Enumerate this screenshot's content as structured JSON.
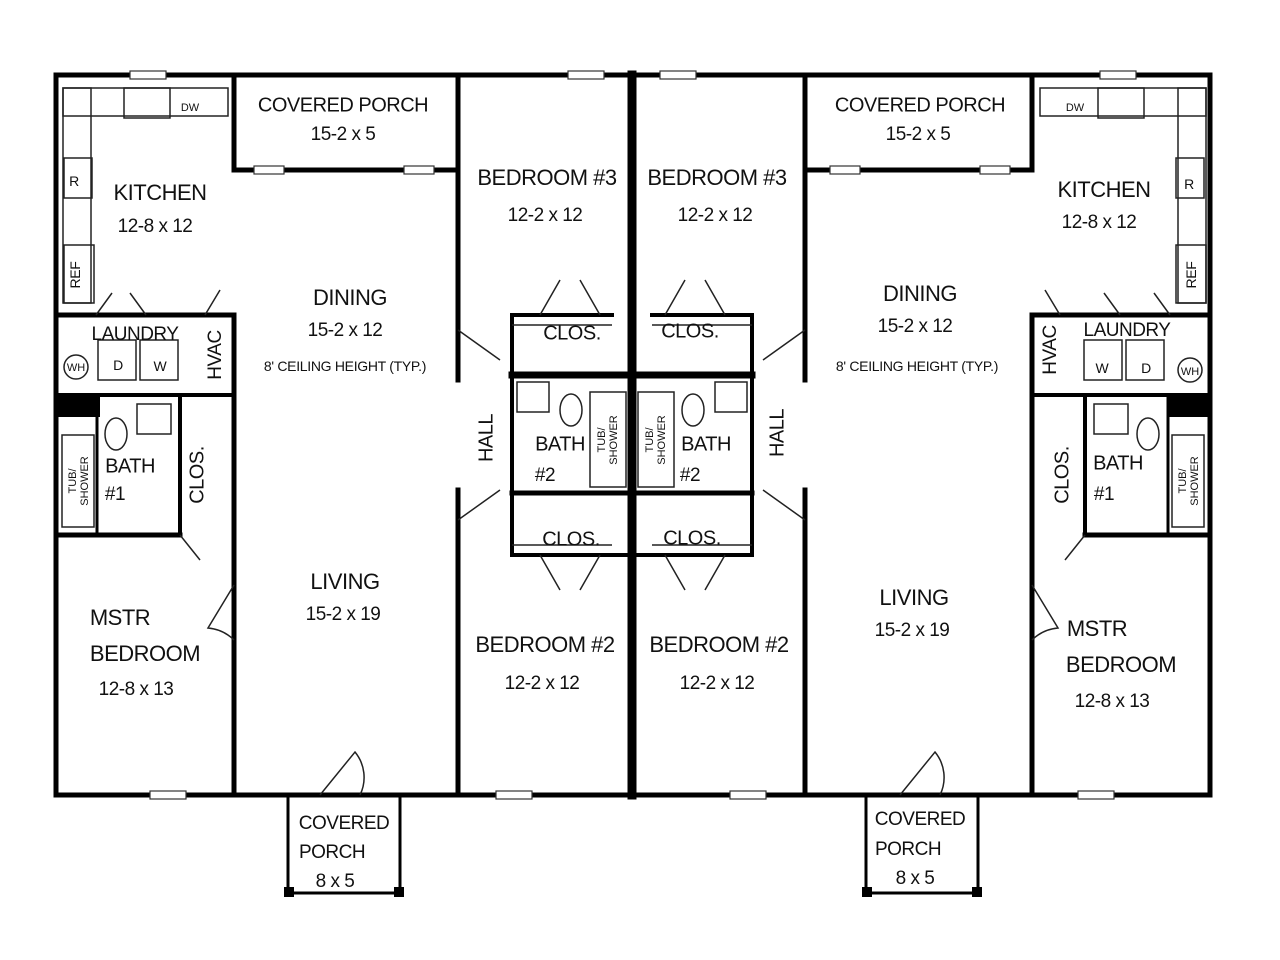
{
  "units": [
    {
      "covered_porch_back": {
        "name": "COVERED PORCH",
        "dim": "15-2 x 5"
      },
      "kitchen": {
        "name": "KITCHEN",
        "dim": "12-8 x 12"
      },
      "dining": {
        "name": "DINING",
        "dim": "15-2 x 12",
        "note": "8' CEILING HEIGHT (TYP.)"
      },
      "laundry": {
        "name": "LAUNDRY"
      },
      "hvac": "HVAC",
      "bath1": {
        "name": "BATH",
        "num": "#1"
      },
      "clos_master": "CLOS.",
      "master_bedroom": {
        "line1": "MSTR",
        "line2": "BEDROOM",
        "dim": "12-8 x 13"
      },
      "living": {
        "name": "LIVING",
        "dim": "15-2 x 19"
      },
      "covered_porch_front": {
        "line1": "COVERED",
        "line2": "PORCH",
        "dim": "8 x 5"
      },
      "bedroom3": {
        "name": "BEDROOM #3",
        "dim": "12-2 x 12"
      },
      "bedroom2": {
        "name": "BEDROOM #2",
        "dim": "12-2 x 12"
      },
      "clos_upper": "CLOS.",
      "clos_lower": "CLOS.",
      "bath2": {
        "name": "BATH",
        "num": "#2"
      },
      "hall": "HALL"
    },
    {
      "covered_porch_back": {
        "name": "COVERED PORCH",
        "dim": "15-2 x 5"
      },
      "kitchen": {
        "name": "KITCHEN",
        "dim": "12-8 x 12"
      },
      "dining": {
        "name": "DINING",
        "dim": "15-2 x 12",
        "note": "8' CEILING HEIGHT (TYP.)"
      },
      "laundry": {
        "name": "LAUNDRY"
      },
      "hvac": "HVAC",
      "bath1": {
        "name": "BATH",
        "num": "#1"
      },
      "clos_master": "CLOS.",
      "master_bedroom": {
        "line1": "MSTR",
        "line2": "BEDROOM",
        "dim": "12-8 x 13"
      },
      "living": {
        "name": "LIVING",
        "dim": "15-2 x 19"
      },
      "covered_porch_front": {
        "line1": "COVERED",
        "line2": "PORCH",
        "dim": "8 x 5"
      },
      "bedroom3": {
        "name": "BEDROOM #3",
        "dim": "12-2 x 12"
      },
      "bedroom2": {
        "name": "BEDROOM #2",
        "dim": "12-2 x 12"
      },
      "clos_upper": "CLOS.",
      "clos_lower": "CLOS.",
      "bath2": {
        "name": "BATH",
        "num": "#2"
      },
      "hall": "HALL"
    }
  ],
  "fixtures": {
    "dishwasher": "DW",
    "range": "R",
    "refrigerator": "REF",
    "dryer": "D",
    "washer": "W",
    "water_heater": "WH",
    "tub_line1": "TUB/",
    "tub_line2": "SHOWER"
  },
  "colors": {
    "wall": "#000000",
    "line": "#222222",
    "background": "#ffffff"
  }
}
